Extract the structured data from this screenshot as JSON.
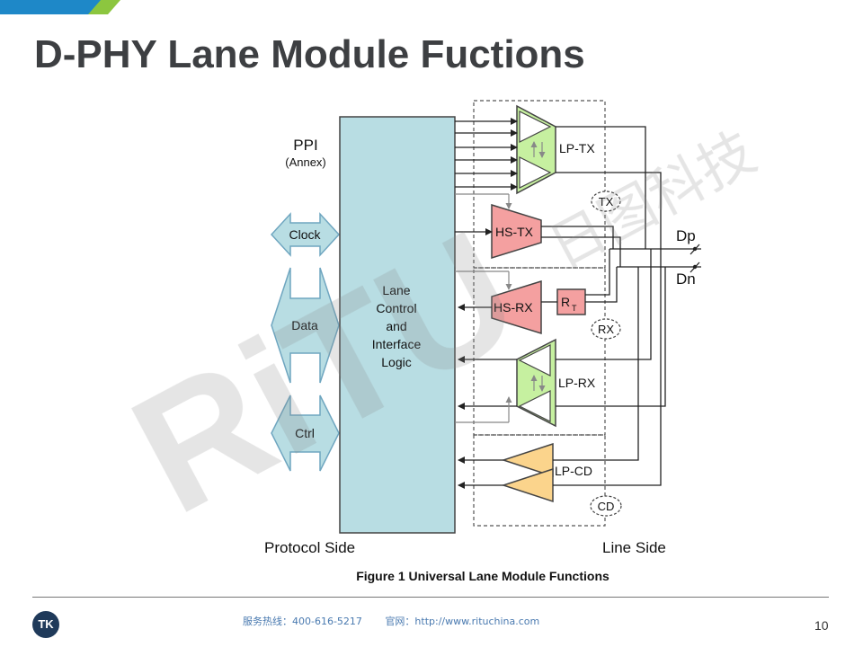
{
  "slide": {
    "title": "D-PHY Lane Module Fuctions",
    "page_number": "10"
  },
  "watermark": {
    "brand": "RiTU",
    "chinese": "日图科技"
  },
  "colors": {
    "accent_blue": "#1e88c8",
    "accent_green": "#8cc63f",
    "logic_block": "#b8dde3",
    "lp_green": "#c6f0a0",
    "hs_red": "#f4a0a0",
    "lpcd_orange": "#fbd48c"
  },
  "diagram": {
    "ppi_label": "PPI",
    "ppi_sub": "(Annex)",
    "interfaces": [
      "Clock",
      "Data",
      "Ctrl"
    ],
    "logic_lines": [
      "Lane",
      "Control",
      "and",
      "Interface",
      "Logic"
    ],
    "blocks": {
      "lp_tx": "LP-TX",
      "hs_tx": "HS-TX",
      "hs_rx": "HS-RX",
      "rt": "R",
      "rt_sub": "T",
      "lp_rx": "LP-RX",
      "lp_cd": "LP-CD"
    },
    "groups": [
      "TX",
      "RX",
      "CD"
    ],
    "pins": [
      "Dp",
      "Dn"
    ],
    "protocol_side": "Protocol Side",
    "line_side": "Line Side",
    "caption": "Figure 1 Universal Lane Module Functions"
  },
  "footer": {
    "hotline": "服务热线：400-616-5217",
    "website": "官网：http://www.rituchina.com",
    "logo_text": "TK"
  }
}
